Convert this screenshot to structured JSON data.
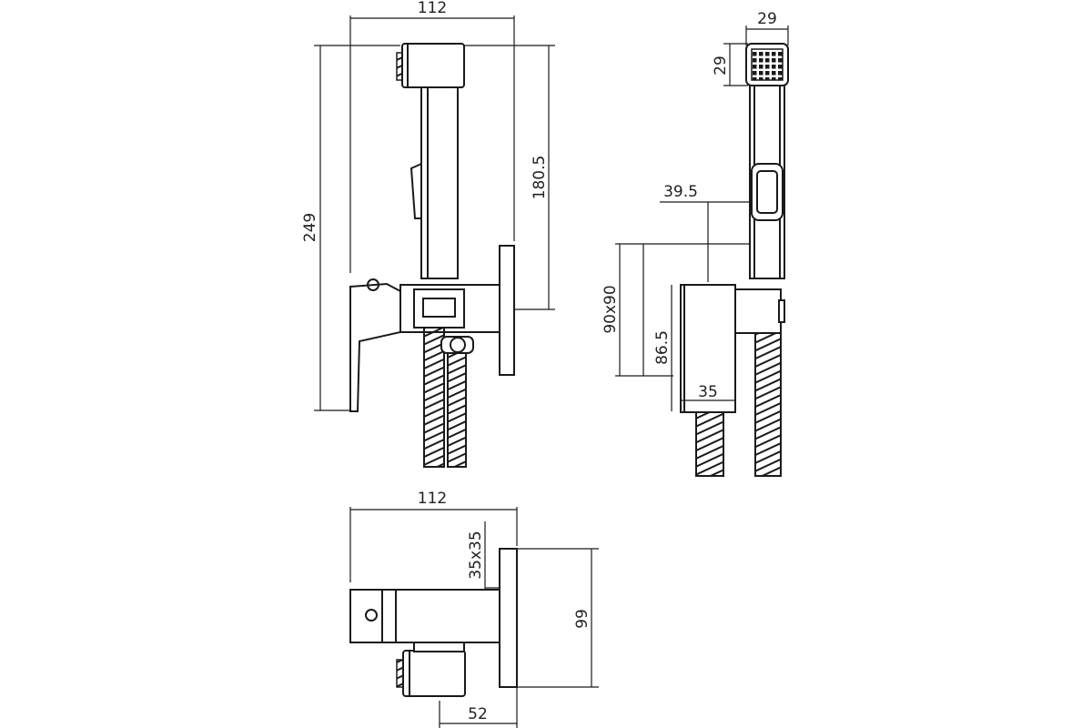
{
  "dimensions": {
    "front_width": "112",
    "front_total_height": "249",
    "front_hand_shower_height": "180.5",
    "side_head_width": "29",
    "side_head_height": "29",
    "side_offset": "39.5",
    "side_plate": "90x90",
    "side_body_height": "86.5",
    "side_body_depth": "35",
    "top_width": "112",
    "top_body_section": "35x35",
    "top_plate_height": "99",
    "top_projection": "52"
  }
}
